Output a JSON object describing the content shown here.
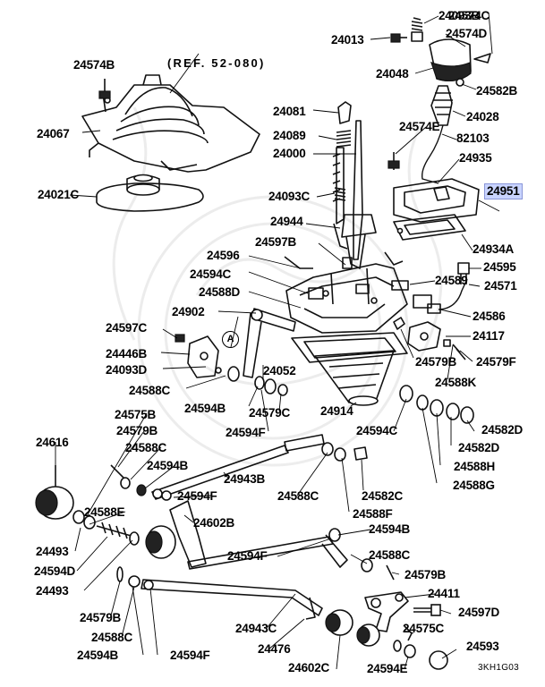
{
  "diagram": {
    "ref_label": "(REF. 52-080)",
    "marker_a": "A",
    "figure_code": "3KH1G03",
    "highlighted_part": "24951",
    "colors": {
      "highlight_fill": "#c9d4ff",
      "ink": "#000000",
      "watermark": "#d9d9d9"
    },
    "watermark_icon": "seal-watermark-icon",
    "parts": [
      "24093B",
      "24574C",
      "24013",
      "24574D",
      "24048",
      "24582B",
      "24028",
      "24574B",
      "24081",
      "24574E",
      "82103",
      "24067",
      "24089",
      "24000",
      "24935",
      "24951",
      "24021C",
      "24093C",
      "24944",
      "24934A",
      "24596",
      "24597B",
      "24595",
      "24594C",
      "24589",
      "24571",
      "24588D",
      "24902",
      "24586",
      "24597C",
      "24117",
      "24446B",
      "24579B",
      "24093D",
      "24579F",
      "24052",
      "24588C",
      "24594B",
      "24588K",
      "24579C",
      "24914",
      "24594F",
      "24594C",
      "24582D",
      "24575B",
      "24582D",
      "24579B",
      "24616",
      "24588C",
      "24588H",
      "24594B",
      "24943B",
      "24588G",
      "24588C",
      "24582C",
      "24594F",
      "24588E",
      "24602B",
      "24588F",
      "24493",
      "24594B",
      "24594F",
      "24588C",
      "24594D",
      "24493",
      "24579B",
      "24411",
      "24579B",
      "24597D",
      "24943C",
      "24575C",
      "24588C",
      "24476",
      "24593",
      "24594B",
      "24594F",
      "24602C",
      "24594E"
    ]
  }
}
